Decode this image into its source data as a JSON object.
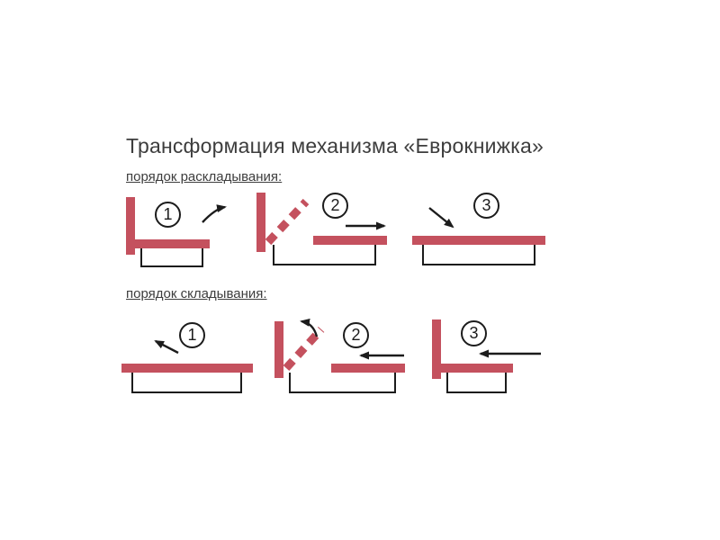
{
  "title": "Трансформация механизма «Еврокнижка»",
  "sections": {
    "unfold": {
      "label": "порядок раскладывания:",
      "steps": [
        {
          "num": "1"
        },
        {
          "num": "2"
        },
        {
          "num": "3"
        }
      ]
    },
    "fold": {
      "label": "порядок складывания:",
      "steps": [
        {
          "num": "1"
        },
        {
          "num": "2"
        },
        {
          "num": "3"
        }
      ]
    }
  },
  "colors": {
    "sofa_red": "#c4515e",
    "frame_black": "#1c1c1c",
    "text": "#3d3d3d"
  }
}
